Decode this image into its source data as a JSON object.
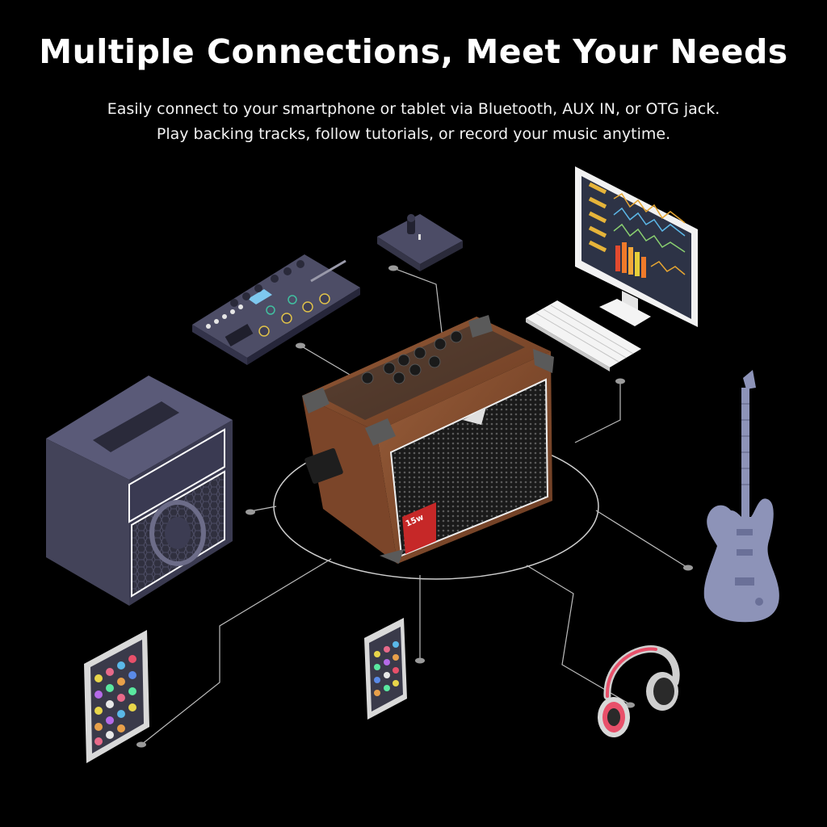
{
  "headline": "Multiple Connections, Meet Your Needs",
  "subtitle": {
    "line1": "Easily connect to your smartphone or tablet via Bluetooth, AUX IN, or OTG jack.",
    "line2": "Play backing tracks, follow tutorials, or record your music anytime."
  },
  "amp": {
    "power_badge": "15w"
  },
  "devices": [
    "footswitch-icon",
    "multi-effects-pedal-icon",
    "computer-monitor-icon",
    "keyboard-icon",
    "speaker-cabinet-icon",
    "electric-guitar-icon",
    "tablet-icon",
    "smartphone-icon",
    "headphones-icon"
  ],
  "colors": {
    "background": "#000000",
    "amp_wood": "#8a5232",
    "device_body": "#4a4a66",
    "connector_line": "#bdbdbd",
    "guitar": "#8d93b8",
    "headphone_accent": "#e8506a"
  }
}
